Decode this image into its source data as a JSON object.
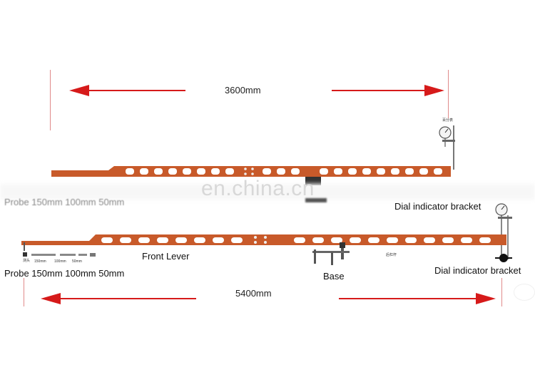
{
  "top_product": {
    "dimension": "3600mm",
    "label_probe_obscured": "Probe  150mm 100mm 50mm",
    "label_dial": "Dial indicator bracket",
    "gauge_caption": "百分表"
  },
  "bottom_product": {
    "dimension": "5400mm",
    "label_probe": "Probe  150mm 100mm 50mm",
    "label_front_lever": "Front Lever",
    "label_base": "Base",
    "label_dial": "Dial indicator bracket",
    "probe_size_1": "150mm",
    "probe_size_2": "100mm",
    "probe_size_3": "50mm",
    "probe_caption": "测头",
    "rear_lever_caption": "后杠杆"
  },
  "watermark": {
    "text": "en.china.cn"
  },
  "colors": {
    "arrow": "#d61a1a",
    "beam": "#c85a2a",
    "beam_dark": "#8e3a16",
    "hole": "#ffffff"
  }
}
